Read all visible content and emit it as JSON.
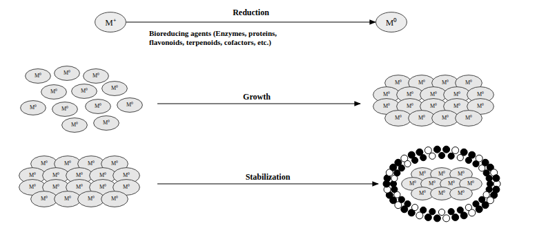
{
  "diagram": {
    "nodes": [
      {
        "text": [
          "M⁺"
        ]
      },
      {
        "text": [
          "M⁰"
        ]
      },
      {
        "text": [
          "M⁰"
        ]
      },
      {
        "text": [
          "M⁰"
        ]
      },
      {
        "text": [
          "M⁰"
        ]
      },
      {
        "text": [
          "M⁰"
        ]
      },
      {
        "text": [
          "M⁰"
        ]
      },
      {
        "text": [
          "M⁰"
        ]
      },
      {
        "text": [
          "M⁰"
        ]
      },
      {
        "text": [
          "M⁰"
        ]
      },
      {
        "text": [
          "M⁰"
        ]
      },
      {
        "text": [
          "M⁰"
        ]
      },
      {
        "text": [
          "M⁰"
        ]
      },
      {
        "text": [
          "M⁰"
        ]
      },
      {
        "text": [
          "M⁰"
        ]
      },
      {
        "text": [
          "M⁰"
        ]
      },
      {
        "text": [
          "M⁰"
        ]
      },
      {
        "text": [
          "M⁰"
        ]
      },
      {
        "text": [
          "M⁰"
        ]
      },
      {
        "text": [
          "M⁰"
        ]
      },
      {
        "text": [
          "M⁰"
        ]
      },
      {
        "text": [
          "M⁰"
        ]
      },
      {
        "text": [
          "M⁰"
        ]
      },
      {
        "text": [
          "M⁰"
        ]
      },
      {
        "text": [
          "M⁰"
        ]
      },
      {
        "text": [
          "M⁰"
        ]
      },
      {
        "text": [
          "M⁰"
        ]
      },
      {
        "text": [
          "M⁰"
        ]
      },
      {
        "text": [
          "M⁰"
        ]
      },
      {
        "text": [
          "M⁰"
        ]
      },
      {
        "text": [
          "M⁰"
        ]
      },
      {
        "text": [
          "M⁰"
        ]
      },
      {
        "text": [
          "M⁰"
        ]
      },
      {
        "text": [
          "M⁰"
        ]
      },
      {
        "text": [
          "M⁰"
        ]
      },
      {
        "text": [
          "M⁰"
        ]
      },
      {
        "text": [
          "M⁰"
        ]
      },
      {
        "text": [
          "M⁰"
        ]
      },
      {
        "text": [
          "M⁰"
        ]
      },
      {
        "text": [
          "M⁰"
        ]
      },
      {
        "text": [
          "M⁰"
        ]
      },
      {
        "text": [
          "M⁰"
        ]
      },
      {
        "text": [
          "M⁰"
        ]
      },
      {
        "text": [
          "M⁰"
        ]
      },
      {
        "text": [
          "M⁰"
        ]
      },
      {
        "text": [
          "M⁰"
        ]
      },
      {
        "text": [
          "M⁰"
        ]
      },
      {
        "text": [
          "M⁰"
        ]
      },
      {
        "text": [
          "M⁰"
        ]
      },
      {
        "text": [
          "M⁰"
        ]
      },
      {
        "text": [
          "M⁰"
        ]
      },
      {
        "text": [
          "M⁰"
        ]
      },
      {
        "text": [
          "M⁰"
        ]
      },
      {
        "text": [
          "M⁰"
        ]
      },
      {
        "text": [
          "M⁰"
        ]
      },
      {
        "text": [
          "M⁰"
        ]
      },
      {
        "text": [
          "M⁰"
        ]
      },
      {
        "text": [
          "M⁰"
        ]
      },
      {
        "text": [
          "M⁰"
        ]
      },
      {
        "text": [
          "M⁰"
        ]
      }
    ],
    "edges": [
      {
        "from": 0,
        "to": 1,
        "label": "Reduction",
        "arrow": "to"
      }
    ],
    "labels": [
      "Bioreducing agents (Enzymes, proteins, flavonoids, terpenoids, cofactors, etc.)",
      "Growth",
      "Stabilization"
    ]
  }
}
